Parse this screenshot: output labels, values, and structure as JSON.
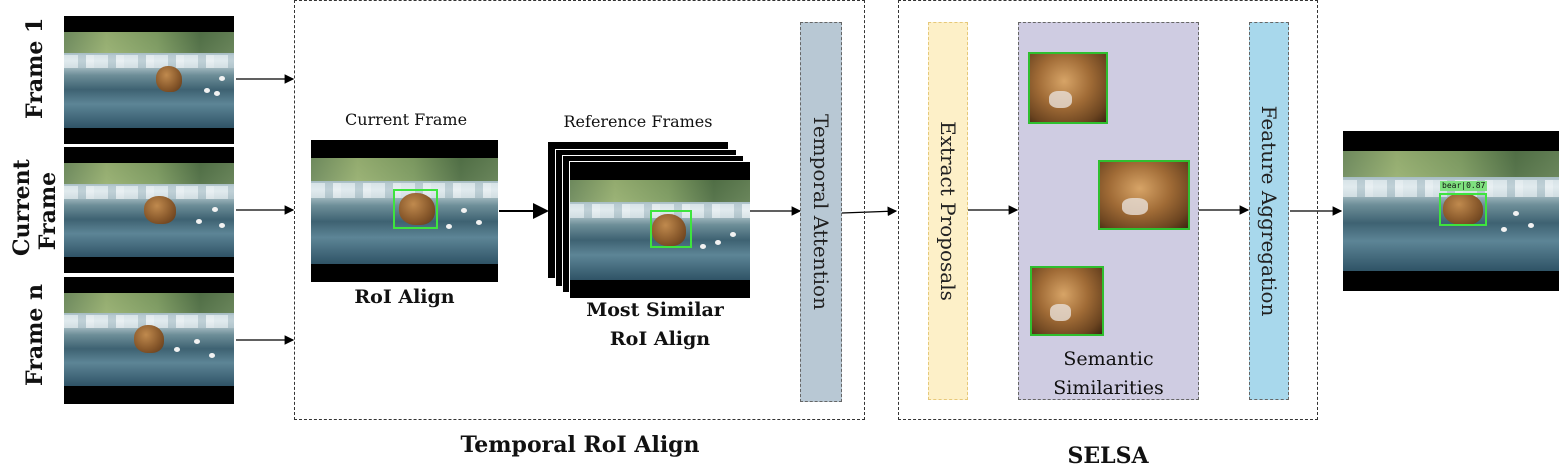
{
  "frames": {
    "frame1_label": "Frame 1",
    "current_label": "Current\nFrame",
    "framen_label": "Frame n"
  },
  "temporal_roi": {
    "section_title": "Temporal RoI Align",
    "current_frame_caption": "Current Frame",
    "roi_align_caption": "RoI Align",
    "reference_frames_caption": "Reference Frames",
    "most_similar_line1": "Most Similar",
    "most_similar_line2": "RoI Align",
    "temporal_attention": "Temporal Attention"
  },
  "selsa": {
    "section_title": "SELSA",
    "extract_proposals": "Extract Proposals",
    "semantic_line1": "Semantic",
    "semantic_line2": "Similarities",
    "feature_aggregation": "Feature Aggregation"
  },
  "output": {
    "detection_label": "bear|0.87"
  },
  "colors": {
    "temporal_attention_bar": "#b8c8d4",
    "extract_proposals_bar": "#fdf0c8",
    "semantic_panel": "#cfcce2",
    "feature_aggregation_bar": "#a8d8ec",
    "box_green": "#3ee43e"
  }
}
